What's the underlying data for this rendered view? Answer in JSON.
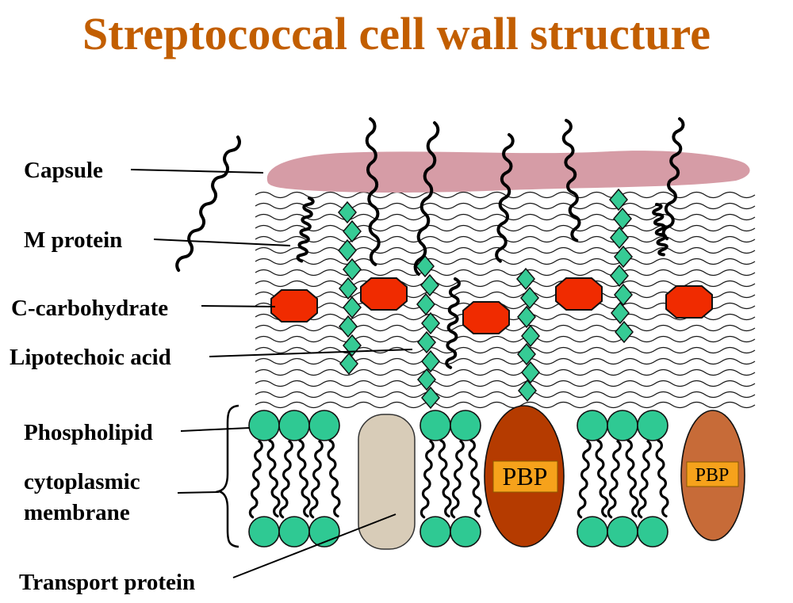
{
  "title": "Streptococcal cell wall structure",
  "labels": {
    "capsule": "Capsule",
    "m_protein": "M protein",
    "c_carbohydrate": "C-carbohydrate",
    "lipotechoic_acid": "Lipotechoic acid",
    "phospholipid": "Phospholipid",
    "cytoplasmic": "cytoplasmic",
    "membrane": "membrane",
    "transport_protein": "Transport protein"
  },
  "pbp": {
    "left_label": "PBP",
    "right_label": "PBP"
  },
  "colors": {
    "title": "#C25E00",
    "capsule_band": "#D69CA6",
    "wall_line": "#1a1a1a",
    "c_carbohydrate": "#F02B00",
    "lipotechoic_diamond": "#36CB95",
    "phospholipid_head": "#2FC993",
    "transport_protein": "#D8CCB8",
    "pbp_left": "#B53B00",
    "pbp_right": "#C76B38",
    "pbp_label_bg": "#F6A21B",
    "ink": "#000000"
  }
}
